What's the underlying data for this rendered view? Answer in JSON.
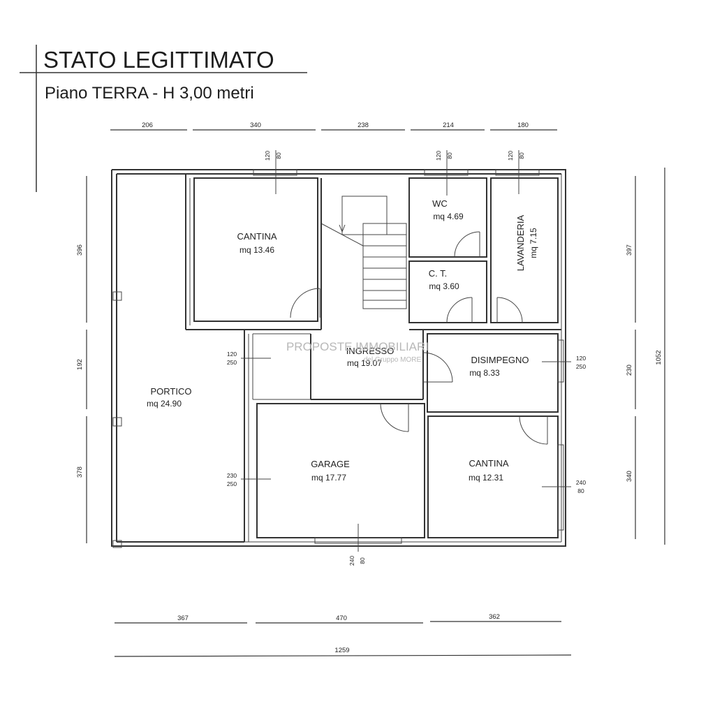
{
  "title": "STATO LEGITTIMATO",
  "subtitle": "Piano TERRA - H 3,00 metri",
  "watermark": {
    "main": "PROPOSTE IMMOBILIARI",
    "sub": "del Gruppo MORE"
  },
  "rooms": {
    "cantina_nw": {
      "name": "CANTINA",
      "area": "mq 13.46"
    },
    "wc": {
      "name": "WC",
      "area": "mq 4.69"
    },
    "lavanderia": {
      "name": "LAVANDERIA",
      "area": "mq 7.15"
    },
    "ct": {
      "name": "C. T.",
      "area": "mq 3.60"
    },
    "ingresso": {
      "name": "INGRESSO",
      "area": "mq 19.07"
    },
    "disimpegno": {
      "name": "DISIMPEGNO",
      "area": "mq 8.33"
    },
    "portico": {
      "name": "PORTICO",
      "area": "mq 24.90"
    },
    "garage": {
      "name": "GARAGE",
      "area": "mq 17.77"
    },
    "cantina_se": {
      "name": "CANTINA",
      "area": "mq 12.31"
    }
  },
  "top_dimensions": [
    "206",
    "340",
    "238",
    "214",
    "180"
  ],
  "bottom_dimensions": [
    "367",
    "470",
    "362"
  ],
  "bottom_total": "1259",
  "left_dimensions": [
    "396",
    "192",
    "378"
  ],
  "right_dimensions": [
    "397",
    "230",
    "340"
  ],
  "right_total": "1052",
  "openings": {
    "cantina_window": {
      "w": "120",
      "h": "80"
    },
    "wc_window": {
      "w": "120",
      "h": "80"
    },
    "lavanderia_window": {
      "w": "120",
      "h": "80"
    },
    "portico_door_upper": {
      "w": "120",
      "h": "250"
    },
    "disimpegno_door": {
      "w": "120",
      "h": "250"
    },
    "portico_door_lower": {
      "w": "230",
      "h": "250"
    },
    "cantina_se_window": {
      "w": "240",
      "h": "80"
    },
    "garage_door": {
      "w": "240",
      "h": "80"
    }
  }
}
